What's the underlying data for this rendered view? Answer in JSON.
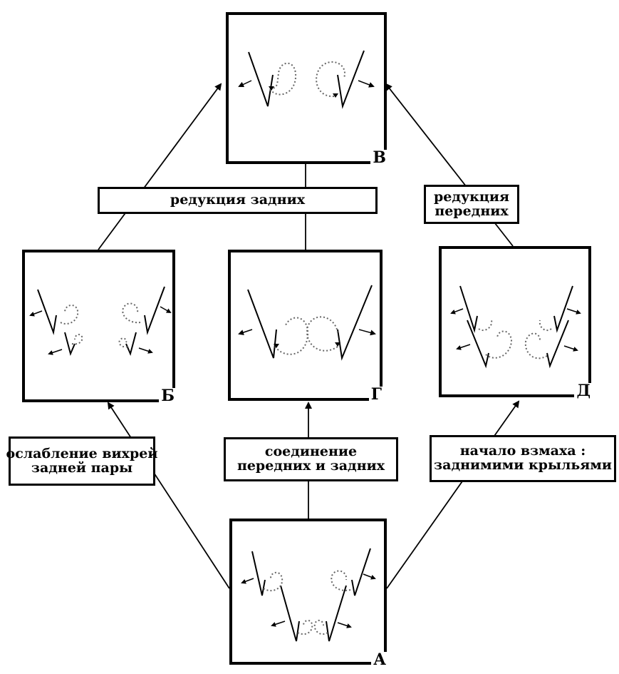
{
  "panels": {
    "A": {
      "label": "А"
    },
    "B": {
      "label": "Б"
    },
    "V": {
      "label": "В"
    },
    "G": {
      "label": "Г"
    },
    "D": {
      "label": "Д"
    }
  },
  "labels": {
    "reduction_hind": "редукция задних",
    "reduction_fore": {
      "line1": "редукция",
      "line2": "передних"
    },
    "weakening": {
      "line1": "ослабление вихрей",
      "line2": "задней пары"
    },
    "connection": {
      "line1": "соединение",
      "line2": "передних и задних"
    },
    "start_stroke": {
      "line1": "начало взмаха :",
      "line2": "заднимими крыльями"
    }
  }
}
